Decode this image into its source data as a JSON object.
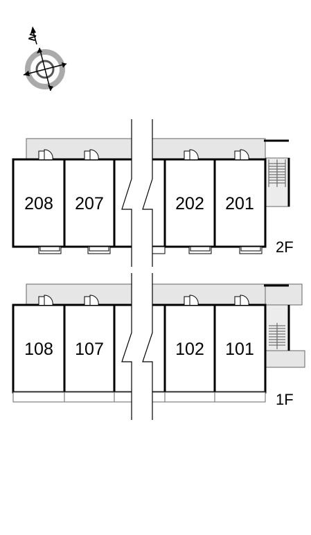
{
  "compass": {
    "icon": "compass-rose-icon",
    "north_label": "N"
  },
  "floors": [
    {
      "label": "2F",
      "units": [
        "208",
        "207",
        "",
        "202",
        "201"
      ]
    },
    {
      "label": "1F",
      "units": [
        "108",
        "107",
        "",
        "102",
        "101"
      ]
    }
  ],
  "colors": {
    "corridor": "#e6e6e6",
    "wall": "#000000",
    "line": "#666666"
  }
}
